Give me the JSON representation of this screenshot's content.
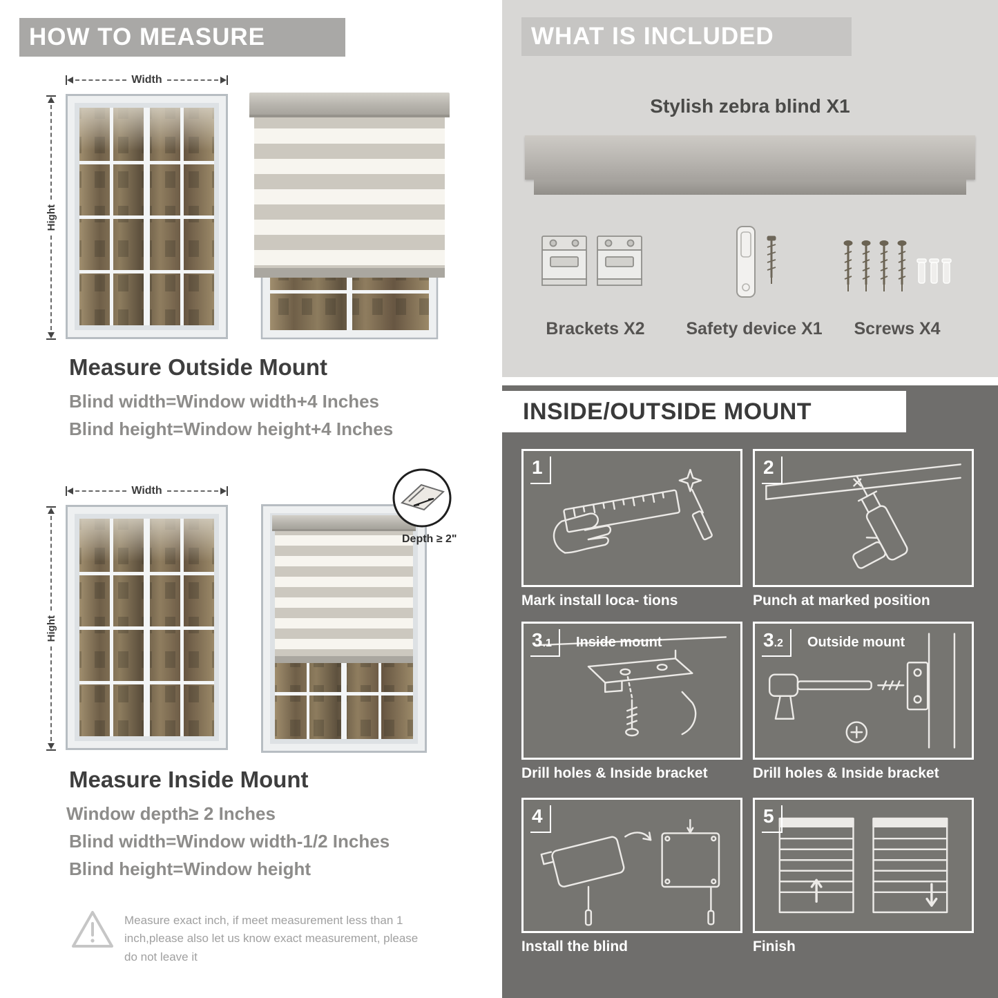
{
  "left": {
    "header": "HOW TO MEASURE",
    "outside": {
      "width_label": "Width",
      "height_label": "Hight",
      "title": "Measure Outside Mount",
      "lines": [
        "Blind width=Window width+4 Inches",
        "Blind height=Window height+4 Inches"
      ]
    },
    "inside": {
      "width_label": "Width",
      "height_label": "Hight",
      "depth_label": "Depth ≥ 2\"",
      "title": "Measure Inside Mount",
      "lines": [
        "Window depth≥ 2 Inches",
        "Blind width=Window width-1/2 Inches",
        "Blind height=Window height"
      ]
    },
    "warning_text": "Measure exact inch, if meet measurement less than 1 inch,please also let us know exact measurement, please do not leave it"
  },
  "included": {
    "header": "WHAT IS INCLUDED",
    "product_label": "Stylish zebra blind X1",
    "items": [
      {
        "label": "Brackets X2"
      },
      {
        "label": "Safety device X1"
      },
      {
        "label": "Screws X4"
      }
    ]
  },
  "mount": {
    "header": "INSIDE/OUTSIDE MOUNT",
    "steps": [
      {
        "num": "1",
        "sub": "",
        "title": "",
        "caption": "Mark install loca- tions"
      },
      {
        "num": "2",
        "sub": "",
        "title": "",
        "caption": "Punch at  marked position"
      },
      {
        "num": "3",
        "sub": ".1",
        "title": "Inside mount",
        "caption": "Drill holes &  Inside bracket"
      },
      {
        "num": "3",
        "sub": ".2",
        "title": "Outside mount",
        "caption": "Drill holes &  Inside bracket"
      },
      {
        "num": "4",
        "sub": "",
        "title": "",
        "caption": "Install the blind"
      },
      {
        "num": "5",
        "sub": "",
        "title": "",
        "caption": "Finish"
      }
    ]
  },
  "colors": {
    "left_header_bg": "#a9a8a6",
    "included_bg": "#d8d7d5",
    "included_header_bg": "#c6c5c3",
    "mount_bg": "#6f6e6c",
    "heading_text": "#3e3e3e",
    "formula_text": "#8d8c8a",
    "stripe_gray": "#ccc8bf",
    "stripe_white": "#f7f5ef"
  }
}
